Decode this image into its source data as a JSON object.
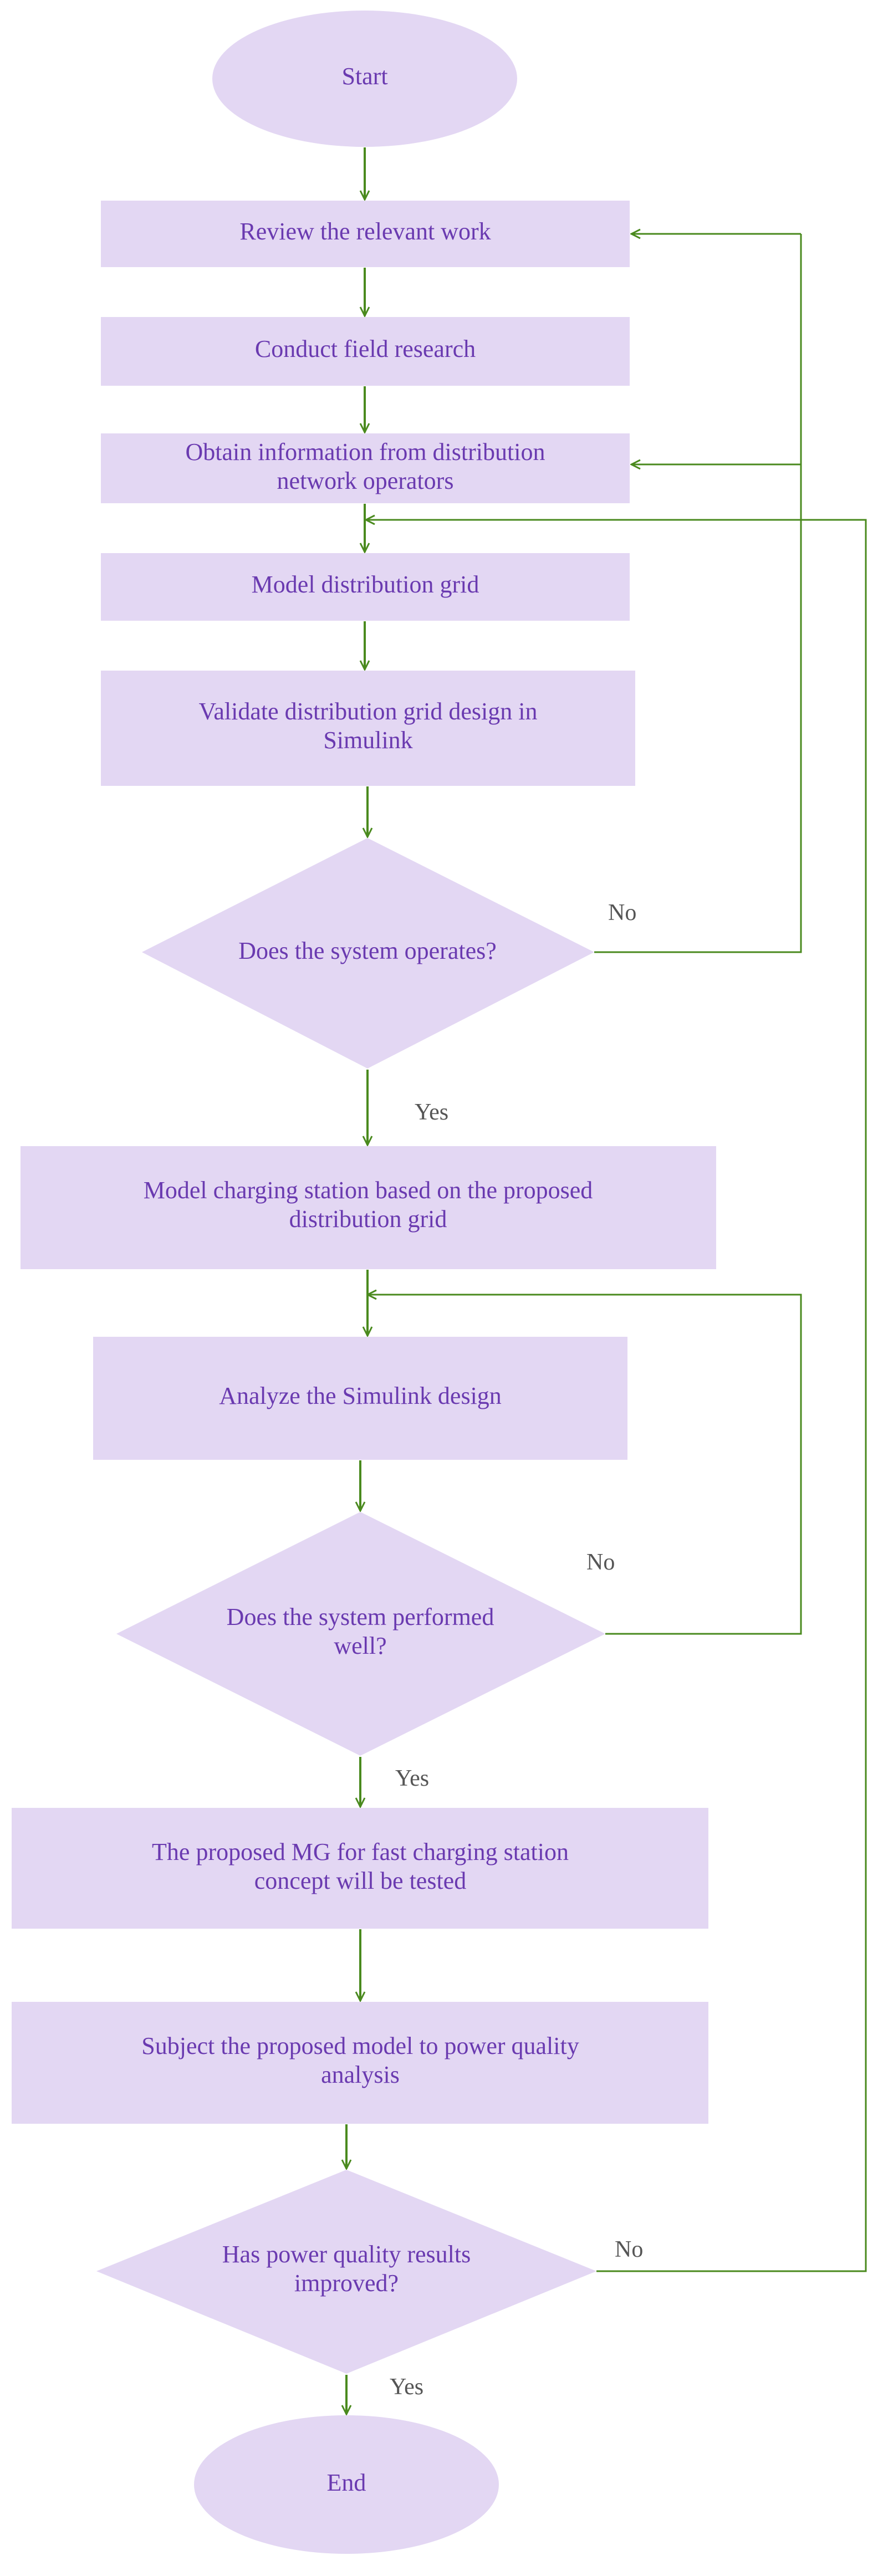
{
  "colors": {
    "shape_fill": "#e3d7f3",
    "text": "#6a3ab0",
    "edge": "#4a8a1e",
    "branch_label": "#555555"
  },
  "nodes": {
    "start": "Start",
    "review": "Review the relevant work",
    "field": "Conduct field research",
    "obtain": [
      "Obtain information from distribution",
      "network operators"
    ],
    "model_grid": "Model distribution grid",
    "validate": [
      "Validate distribution grid design in",
      "Simulink"
    ],
    "decision1": "Does the system operates?",
    "model_station": [
      "Model charging station based on the proposed",
      "distribution grid"
    ],
    "analyze": "Analyze the Simulink design",
    "decision2": [
      "Does the system performed",
      "well?"
    ],
    "test": [
      "The proposed MG for fast charging station",
      "concept will be tested"
    ],
    "subject": [
      "Subject the proposed model to power quality",
      "analysis"
    ],
    "decision3": [
      "Has power quality results",
      "improved?"
    ],
    "end": "End"
  },
  "branches": {
    "d1_no": "No",
    "d1_yes": "Yes",
    "d2_no": "No",
    "d2_yes": "Yes",
    "d3_no": "No",
    "d3_yes": "Yes"
  }
}
